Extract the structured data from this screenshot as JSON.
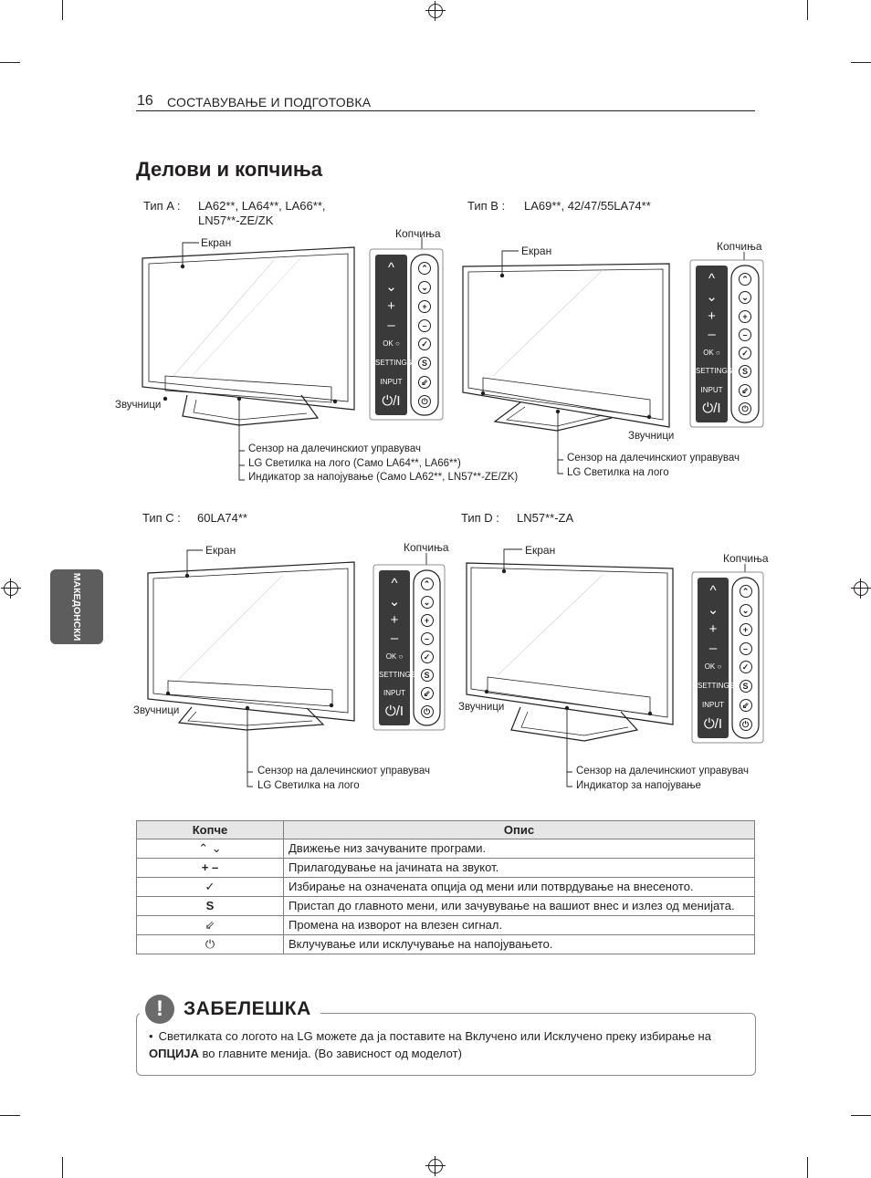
{
  "header": {
    "page_number": "16",
    "section": "СОСТАВУВАЊЕ И ПОДГОТОВКА"
  },
  "side_tab": "МАКЕДОНСКИ",
  "title": "Делови и копчиња",
  "types": {
    "a": {
      "label": "Тип A :",
      "models_line1": "LA62**, LA64**, LA66**,",
      "models_line2": "LN57**-ZE/ZK"
    },
    "b": {
      "label": "Тип B :",
      "models": "LA69**, 42/47/55LA74**"
    },
    "c": {
      "label": "Тип C :",
      "models": "60LA74**"
    },
    "d": {
      "label": "Тип D :",
      "models": "LN57**-ZA"
    }
  },
  "callouts": {
    "screen": "Екран",
    "buttons": "Копчиња",
    "speakers": "Звучници",
    "remote_sensor": "Сензор на далечинскиот управувач",
    "lg_logo_light": "LG Светилка на лого",
    "lg_logo_light_a": "LG Светилка на лого (Само LA64**, LA66**)",
    "power_indicator_a": "Индикатор за напојување (Само LA62**, LN57**-ZE/ZK)",
    "power_indicator": "Индикатор за напојување"
  },
  "panel_labels": {
    "ok": "OK",
    "settings": "SETTINGS",
    "input": "INPUT",
    "power": "⏻/I",
    "plus": "+",
    "minus": "–"
  },
  "table": {
    "headers": [
      "Копче",
      "Опис"
    ],
    "rows": [
      {
        "key": "⌃ ⌄",
        "desc": "Движење низ зачуваните програми."
      },
      {
        "key": "+ –",
        "desc": "Прилагодување на јачината на звукот."
      },
      {
        "key": "✓",
        "desc": "Избирање на означената опција од мени или потврдување на внесеното."
      },
      {
        "key": "S",
        "desc": "Пристап до главното мени, или зачувување на вашиот внес и излез од менијата."
      },
      {
        "key": "⇙",
        "desc": "Промена на изворот на влезен сигнал."
      },
      {
        "key": "⏻",
        "desc": "Вклучување или исклучување на напојувањето."
      }
    ]
  },
  "note": {
    "title": "ЗАБЕЛЕШКА",
    "bullet": "•",
    "text_before": "Светилката со логото на LG можете да ја поставите на Вклучено или Исклучено преку избирање на ",
    "text_bold": "ОПЦИЈА",
    "text_after": " во главните менија. (Во зависност од моделот)"
  }
}
